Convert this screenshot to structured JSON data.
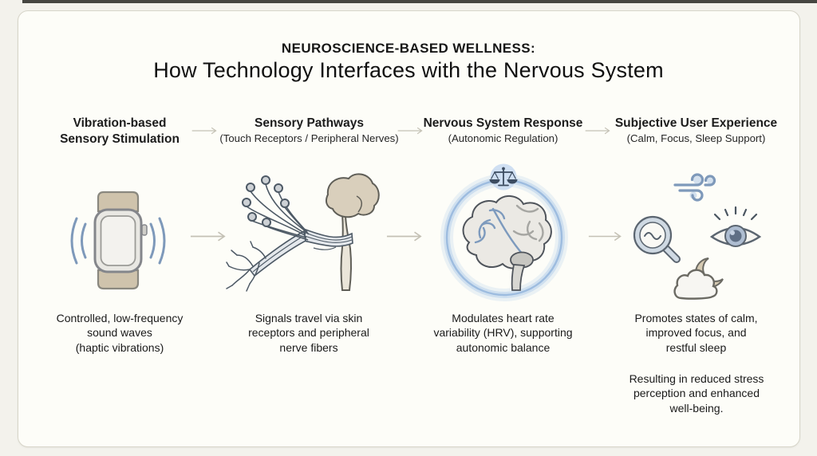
{
  "title": {
    "eyebrow": "NEUROSCIENCE-BASED WELLNESS:",
    "main": "How Technology Interfaces with the Nervous System"
  },
  "columns": [
    {
      "header": "Vibration-based\nSensory Stimulation",
      "subheader": "",
      "icons": [
        "smartwatch",
        "vibration-waves"
      ],
      "caption": "Controlled, low-frequency\nsound waves\n(haptic vibrations)"
    },
    {
      "header": "Sensory Pathways",
      "subheader": "(Touch Receptors / Peripheral Nerves)",
      "icons": [
        "touch-receptors",
        "nerve-fiber-bundle",
        "brain-spinal-cord"
      ],
      "caption": "Signals travel via skin\nreceptors and peripheral\nnerve fibers"
    },
    {
      "header": "Nervous System Response",
      "subheader": "(Autonomic Regulation)",
      "icons": [
        "balance-scale-badge",
        "glowing-ring",
        "brain"
      ],
      "caption": "Modulates heart rate\nvariability (HRV), supporting\nautonomic balance"
    },
    {
      "header": "Subjective User Experience",
      "subheader": "(Calm, Focus, Sleep Support)",
      "icons": [
        "wind-breath",
        "magnifier-focus",
        "eye-awareness",
        "cloud-moon-sleep"
      ],
      "caption": "Promotes states of calm,\nimproved focus, and\nrestful sleep",
      "footnote": "Resulting in reduced stress\nperception and enhanced\nwell-being."
    }
  ],
  "colors": {
    "accent_blue": "#7e99ba",
    "glow_blue": "#9dbcdf",
    "band_tan": "#cfc3ac",
    "brain_tan": "#d9cfbc",
    "arrow_gray": "#c4c1b5",
    "text_dark": "#1d1d1d",
    "card_bg": "#fdfdf8"
  }
}
